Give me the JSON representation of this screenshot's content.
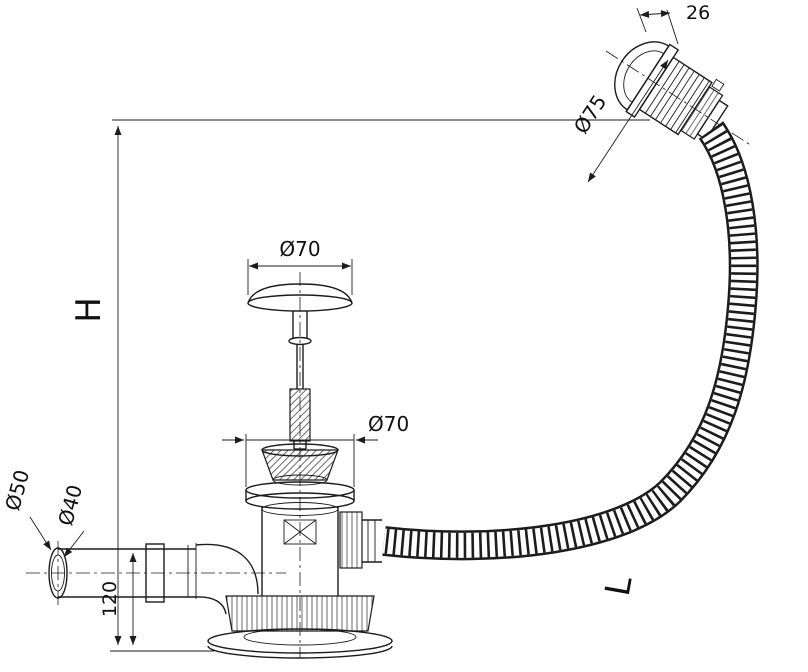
{
  "figure": {
    "type": "technical-drawing",
    "subject": "bath waste-overflow drain set with corrugated flexible hose",
    "line_color": "#1c1c1c",
    "background_color": "#ffffff",
    "labels": {
      "top_width": "26",
      "overflow_head_diameter": "Ø75",
      "overall_height": "H",
      "plug_diameter": "Ø70",
      "waste_flange_diameter": "Ø70",
      "outlet_outer_diameter": "Ø50",
      "outlet_inner_diameter": "Ø40",
      "outlet_height": "120",
      "hose_length": "L"
    }
  }
}
